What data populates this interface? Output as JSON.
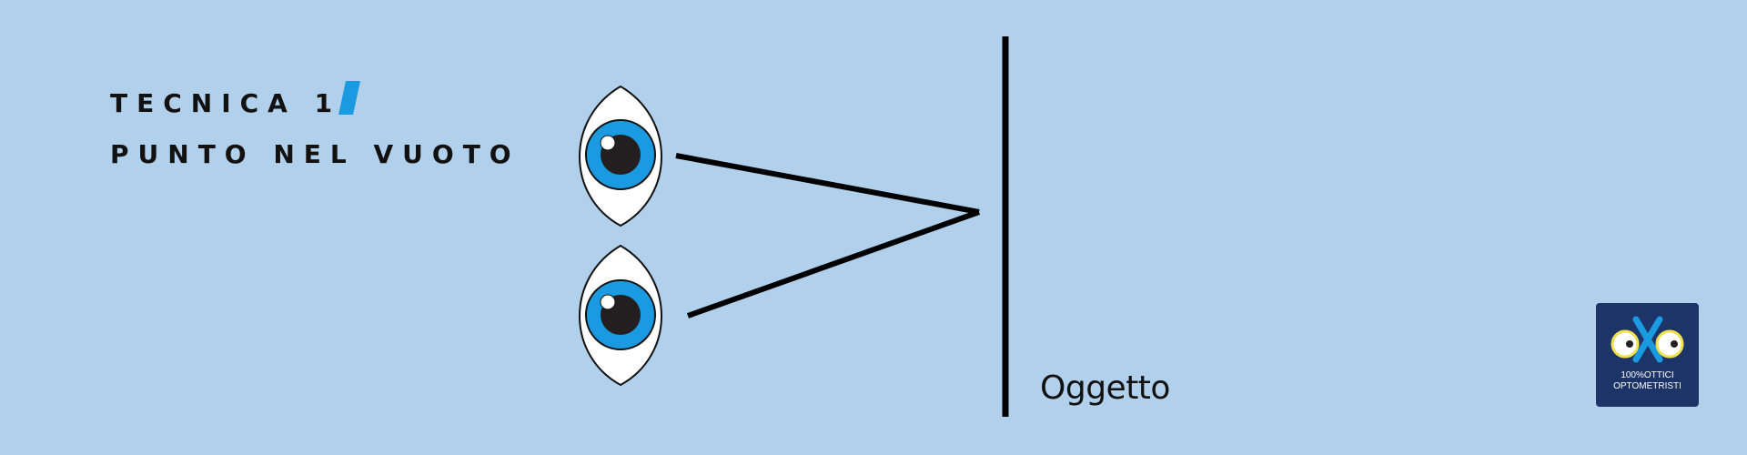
{
  "title": {
    "line1": "TECNICA 1",
    "line2": "PUNTO NEL VUOTO"
  },
  "object_label": "Oggetto",
  "logo": {
    "line1": "100%OTTICI",
    "line2": "OPTOMETRISTI"
  },
  "colors": {
    "background": "#b0d0eb",
    "iris": "#1a9ae0",
    "pupil": "#231f20",
    "ink": "#000000",
    "logo_bg": "#1c3468",
    "logo_accent": "#f2e04a"
  }
}
